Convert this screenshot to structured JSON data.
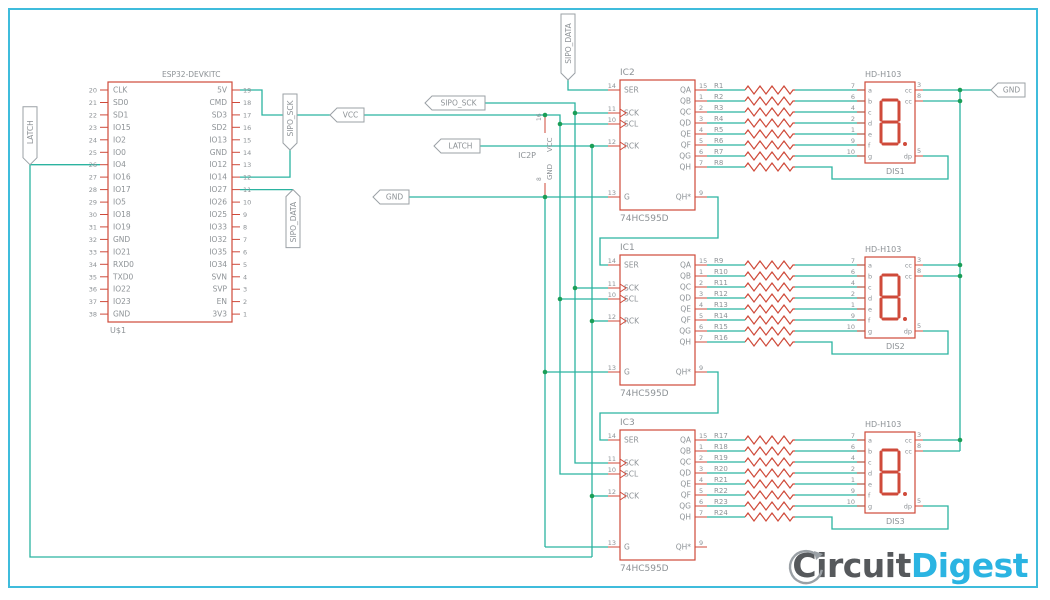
{
  "colors": {
    "border": "#3fbcdc",
    "part_red": "#cf4a3a",
    "wire": "#2bb3a0",
    "junction": "#1b9e57",
    "text_gray": "#8d9296",
    "flag_outline": "#9ba1a6",
    "logo_gray": "#56595c",
    "logo_cyan": "#2bb4e2",
    "logo_swoosh": "#9aa0a5",
    "background": "#ffffff"
  },
  "nets": {
    "vcc": "VCC",
    "gnd": "GND",
    "latch": "LATCH",
    "sipo_sck": "SIPO_SCK",
    "sipo_data": "SIPO_DATA"
  },
  "esp32": {
    "title": "ESP32-DEVKITC",
    "refdes": "U$1",
    "left_pins": [
      {
        "num": "20",
        "name": "CLK"
      },
      {
        "num": "21",
        "name": "SD0"
      },
      {
        "num": "22",
        "name": "SD1"
      },
      {
        "num": "23",
        "name": "IO15"
      },
      {
        "num": "24",
        "name": "IO2"
      },
      {
        "num": "25",
        "name": "IO0"
      },
      {
        "num": "26",
        "name": "IO4"
      },
      {
        "num": "27",
        "name": "IO16"
      },
      {
        "num": "28",
        "name": "IO17"
      },
      {
        "num": "29",
        "name": "IO5"
      },
      {
        "num": "30",
        "name": "IO18"
      },
      {
        "num": "31",
        "name": "IO19"
      },
      {
        "num": "32",
        "name": "GND"
      },
      {
        "num": "33",
        "name": "IO21"
      },
      {
        "num": "34",
        "name": "RXD0"
      },
      {
        "num": "35",
        "name": "TXD0"
      },
      {
        "num": "36",
        "name": "IO22"
      },
      {
        "num": "37",
        "name": "IO23"
      },
      {
        "num": "38",
        "name": "GND"
      }
    ],
    "right_pins": [
      {
        "num": "19",
        "name": "5V"
      },
      {
        "num": "18",
        "name": "CMD"
      },
      {
        "num": "17",
        "name": "SD3"
      },
      {
        "num": "16",
        "name": "SD2"
      },
      {
        "num": "15",
        "name": "IO13"
      },
      {
        "num": "14",
        "name": "GND"
      },
      {
        "num": "13",
        "name": "IO12"
      },
      {
        "num": "12",
        "name": "IO14"
      },
      {
        "num": "11",
        "name": "IO27"
      },
      {
        "num": "10",
        "name": "IO26"
      },
      {
        "num": "9",
        "name": "IO25"
      },
      {
        "num": "8",
        "name": "IO33"
      },
      {
        "num": "7",
        "name": "IO32"
      },
      {
        "num": "6",
        "name": "IO35"
      },
      {
        "num": "5",
        "name": "IO34"
      },
      {
        "num": "4",
        "name": "SVN"
      },
      {
        "num": "3",
        "name": "SVP"
      },
      {
        "num": "2",
        "name": "EN"
      },
      {
        "num": "1",
        "name": "3V3"
      }
    ]
  },
  "power_symbol": {
    "ref": "IC2P",
    "vcc_pin": {
      "num": "16",
      "name": "VCC"
    },
    "gnd_pin": {
      "num": "8",
      "name": "GND"
    }
  },
  "shift_registers": [
    {
      "ref": "IC2",
      "part": "74HC595D",
      "left_pins": [
        {
          "num": "14",
          "name": "SER",
          "clock": false
        },
        {
          "num": "11",
          "name": "SCK",
          "clock": true
        },
        {
          "num": "10",
          "name": "SCL",
          "clock": true
        },
        {
          "num": "12",
          "name": "RCK",
          "clock": true
        },
        {
          "num": "13",
          "name": "G",
          "clock": false
        }
      ],
      "right_pins": [
        {
          "num": "15",
          "name": "QA"
        },
        {
          "num": "1",
          "name": "QB"
        },
        {
          "num": "2",
          "name": "QC"
        },
        {
          "num": "3",
          "name": "QD"
        },
        {
          "num": "4",
          "name": "QE"
        },
        {
          "num": "5",
          "name": "QF"
        },
        {
          "num": "6",
          "name": "QG"
        },
        {
          "num": "7",
          "name": "QH"
        }
      ],
      "serial_out": {
        "num": "9",
        "name": "QH*"
      },
      "resistors": [
        "R1",
        "R2",
        "R3",
        "R4",
        "R5",
        "R6",
        "R7",
        "R8"
      ],
      "display": {
        "part": "HD-H103",
        "ref": "DIS1",
        "seg_pins": [
          {
            "num": "7",
            "seg": "a"
          },
          {
            "num": "6",
            "seg": "b"
          },
          {
            "num": "4",
            "seg": "c"
          },
          {
            "num": "2",
            "seg": "d"
          },
          {
            "num": "1",
            "seg": "e"
          },
          {
            "num": "9",
            "seg": "f"
          },
          {
            "num": "10",
            "seg": "g"
          }
        ],
        "cc_pins": [
          {
            "num": "3",
            "seg": "cc"
          },
          {
            "num": "8",
            "seg": "cc"
          }
        ],
        "dp_pin": {
          "num": "5",
          "seg": "dp"
        }
      }
    },
    {
      "ref": "IC1",
      "part": "74HC595D",
      "left_pins": [
        {
          "num": "14",
          "name": "SER",
          "clock": false
        },
        {
          "num": "11",
          "name": "SCK",
          "clock": true
        },
        {
          "num": "10",
          "name": "SCL",
          "clock": true
        },
        {
          "num": "12",
          "name": "RCK",
          "clock": true
        },
        {
          "num": "13",
          "name": "G",
          "clock": false
        }
      ],
      "right_pins": [
        {
          "num": "15",
          "name": "QA"
        },
        {
          "num": "1",
          "name": "QB"
        },
        {
          "num": "2",
          "name": "QC"
        },
        {
          "num": "3",
          "name": "QD"
        },
        {
          "num": "4",
          "name": "QE"
        },
        {
          "num": "5",
          "name": "QF"
        },
        {
          "num": "6",
          "name": "QG"
        },
        {
          "num": "7",
          "name": "QH"
        }
      ],
      "serial_out": {
        "num": "9",
        "name": "QH*"
      },
      "resistors": [
        "R9",
        "R10",
        "R11",
        "R12",
        "R13",
        "R14",
        "R15",
        "R16"
      ],
      "display": {
        "part": "HD-H103",
        "ref": "DIS2",
        "seg_pins": [
          {
            "num": "7",
            "seg": "a"
          },
          {
            "num": "6",
            "seg": "b"
          },
          {
            "num": "4",
            "seg": "c"
          },
          {
            "num": "2",
            "seg": "d"
          },
          {
            "num": "1",
            "seg": "e"
          },
          {
            "num": "9",
            "seg": "f"
          },
          {
            "num": "10",
            "seg": "g"
          }
        ],
        "cc_pins": [
          {
            "num": "3",
            "seg": "cc"
          },
          {
            "num": "8",
            "seg": "cc"
          }
        ],
        "dp_pin": {
          "num": "5",
          "seg": "dp"
        }
      }
    },
    {
      "ref": "IC3",
      "part": "74HC595D",
      "left_pins": [
        {
          "num": "14",
          "name": "SER",
          "clock": false
        },
        {
          "num": "11",
          "name": "SCK",
          "clock": true
        },
        {
          "num": "10",
          "name": "SCL",
          "clock": true
        },
        {
          "num": "12",
          "name": "RCK",
          "clock": true
        },
        {
          "num": "13",
          "name": "G",
          "clock": false
        }
      ],
      "right_pins": [
        {
          "num": "15",
          "name": "QA"
        },
        {
          "num": "1",
          "name": "QB"
        },
        {
          "num": "2",
          "name": "QC"
        },
        {
          "num": "3",
          "name": "QD"
        },
        {
          "num": "4",
          "name": "QE"
        },
        {
          "num": "5",
          "name": "QF"
        },
        {
          "num": "6",
          "name": "QG"
        },
        {
          "num": "7",
          "name": "QH"
        }
      ],
      "serial_out": {
        "num": "9",
        "name": "QH*"
      },
      "resistors": [
        "R17",
        "R18",
        "R19",
        "R20",
        "R21",
        "R22",
        "R23",
        "R24"
      ],
      "display": {
        "part": "HD-H103",
        "ref": "DIS3",
        "seg_pins": [
          {
            "num": "7",
            "seg": "a"
          },
          {
            "num": "6",
            "seg": "b"
          },
          {
            "num": "4",
            "seg": "c"
          },
          {
            "num": "2",
            "seg": "d"
          },
          {
            "num": "1",
            "seg": "e"
          },
          {
            "num": "9",
            "seg": "f"
          },
          {
            "num": "10",
            "seg": "g"
          }
        ],
        "cc_pins": [
          {
            "num": "3",
            "seg": "cc"
          },
          {
            "num": "8",
            "seg": "cc"
          }
        ],
        "dp_pin": {
          "num": "5",
          "seg": "dp"
        }
      }
    }
  ],
  "logo": {
    "part1": "Circuit",
    "part2": "Digest"
  }
}
